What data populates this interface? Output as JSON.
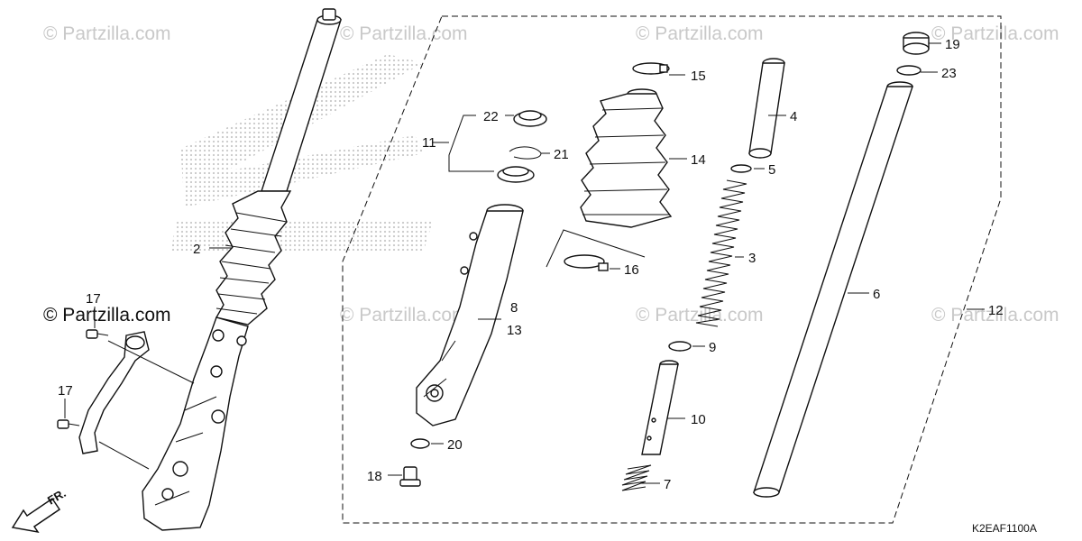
{
  "diagram": {
    "code": "K2EAF1100A",
    "direction_label": "FR.",
    "watermark": "© Partzilla.com",
    "watermark_focus": "© Partzilla.com",
    "callouts": {
      "c2": "2",
      "c3": "3",
      "c4": "4",
      "c5": "5",
      "c6": "6",
      "c7": "7",
      "c8": "8",
      "c9": "9",
      "c10": "10",
      "c11": "11",
      "c12": "12",
      "c13": "13",
      "c14": "14",
      "c15": "15",
      "c16": "16",
      "c17a": "17",
      "c17b": "17",
      "c18": "18",
      "c19": "19",
      "c20": "20",
      "c21": "21",
      "c22": "22",
      "c23": "23"
    }
  }
}
